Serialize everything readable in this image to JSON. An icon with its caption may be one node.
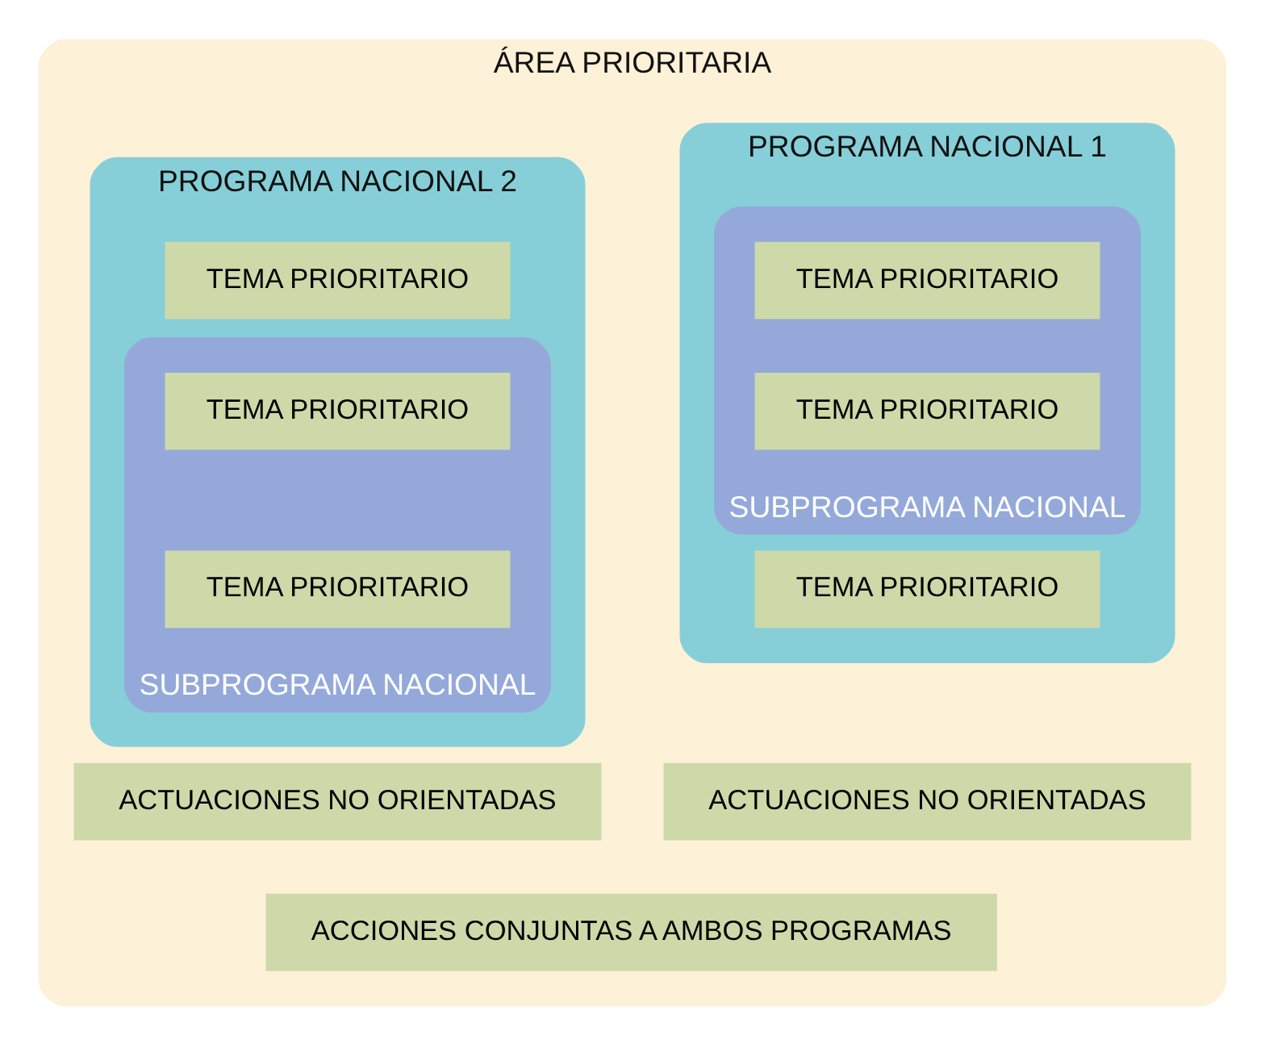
{
  "diagram": {
    "nodes": [
      {
        "text": [
          "ÁREA PRIORITARIA"
        ]
      },
      {
        "text": [
          "PROGRAMA NACIONAL 1"
        ],
        "in": 0
      },
      {
        "text": [
          "SUBPROGRAMA NACIONAL"
        ],
        "in": 1
      },
      {
        "text": [
          "TEMA PRIORITARIO"
        ],
        "in": 2
      },
      {
        "text": [
          "TEMA PRIORITARIO"
        ],
        "in": 2
      },
      {
        "text": [
          "TEMA PRIORITARIO"
        ],
        "in": 1
      },
      {
        "text": [
          "ACTUACIONES NO ORIENTADAS"
        ],
        "in": 0
      },
      {
        "text": [
          "PROGRAMA NACIONAL 2"
        ],
        "in": 0
      },
      {
        "text": [
          "TEMA PRIORITARIO"
        ],
        "in": 7
      },
      {
        "text": [
          "SUBPROGRAMA NACIONAL"
        ],
        "in": 7
      },
      {
        "text": [
          "TEMA PRIORITARIO"
        ],
        "in": 9
      },
      {
        "text": [
          "TEMA PRIORITARIO"
        ],
        "in": 9
      },
      {
        "text": [
          "ACTUACIONES NO ORIENTADAS"
        ],
        "in": 0
      },
      {
        "text": [
          "ACCIONES CONJUNTAS A AMBOS PROGRAMAS"
        ],
        "in": 0
      }
    ]
  }
}
